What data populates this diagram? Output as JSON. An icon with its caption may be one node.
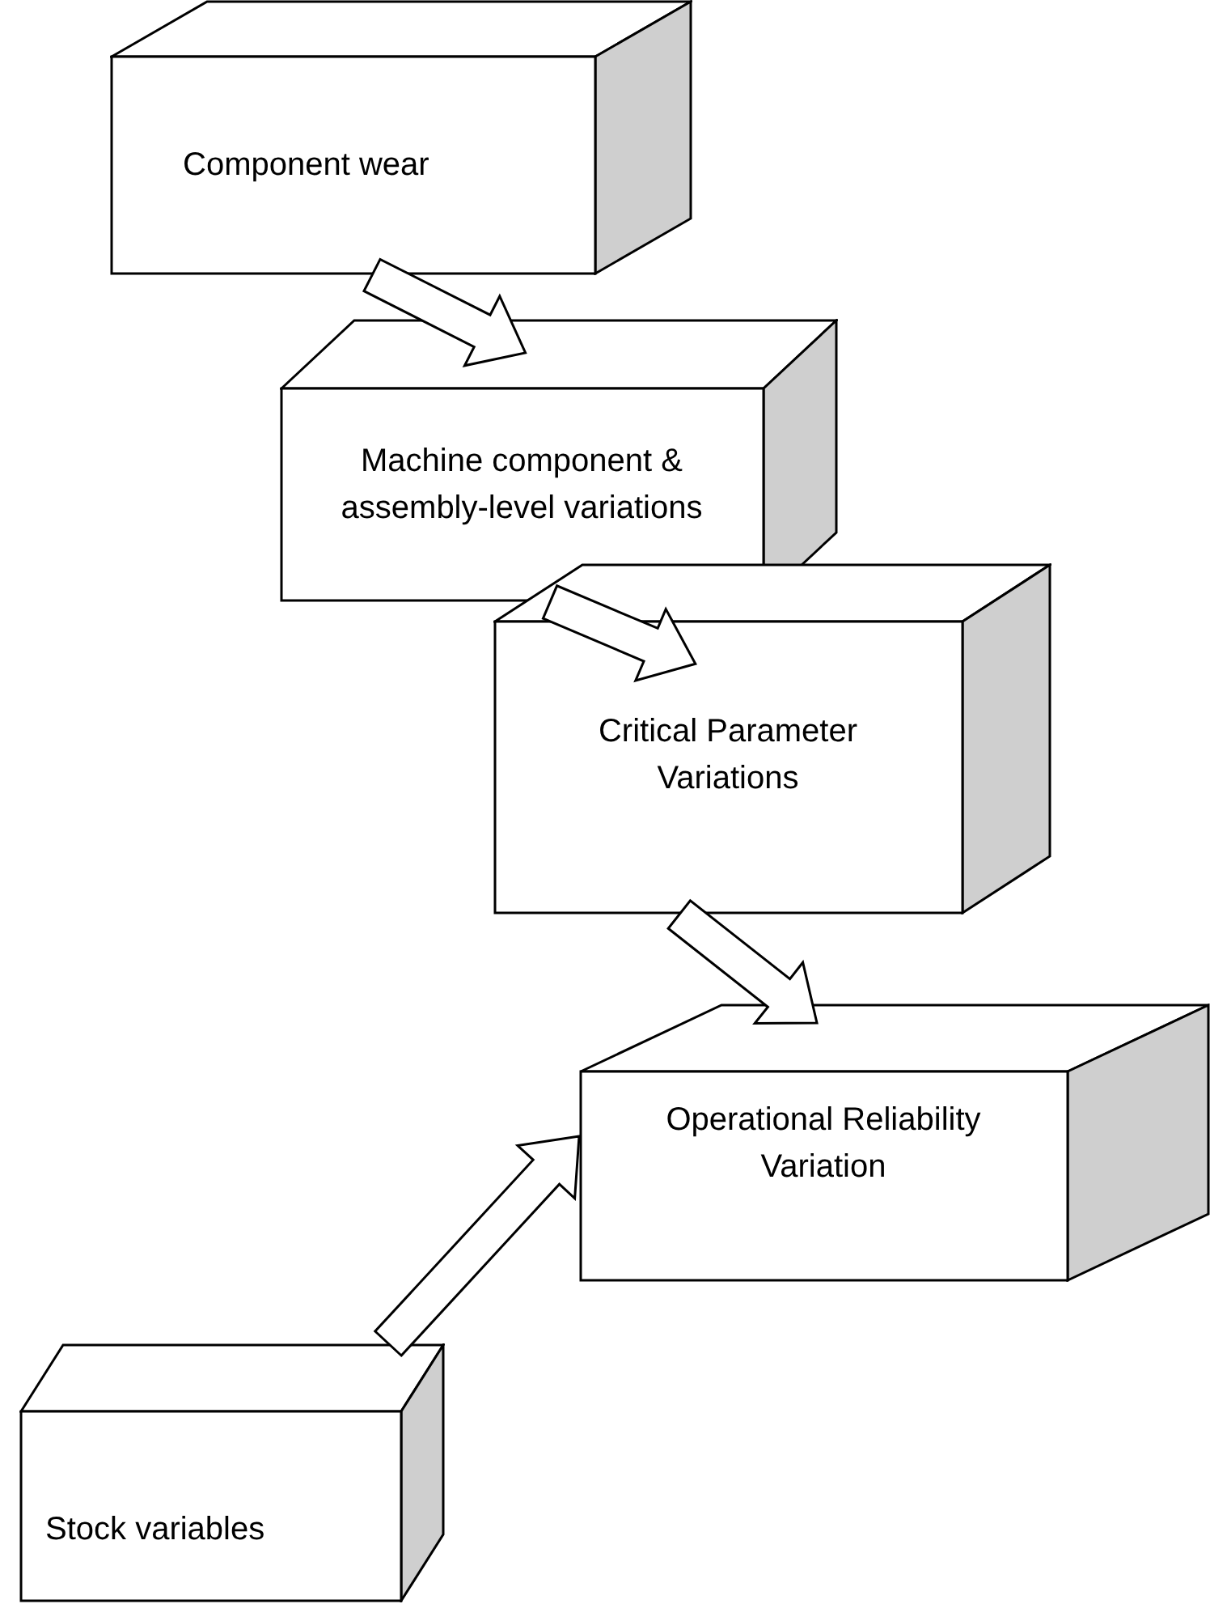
{
  "diagram": {
    "nodes": [
      {
        "text": [
          "Component wear"
        ]
      },
      {
        "text": [
          "Machine component & assembly-level variations"
        ]
      },
      {
        "text": [
          "Critical Parameter Variations"
        ]
      },
      {
        "text": [
          "Operational Reliability Variation"
        ]
      },
      {
        "text": [
          "Stock variables"
        ]
      }
    ],
    "edges": [
      {
        "from": 0,
        "to": 1,
        "arrow": "to"
      },
      {
        "from": 1,
        "to": 2,
        "arrow": "to"
      },
      {
        "from": 2,
        "to": 3,
        "arrow": "to"
      },
      {
        "from": 4,
        "to": 3,
        "arrow": "to"
      }
    ]
  }
}
